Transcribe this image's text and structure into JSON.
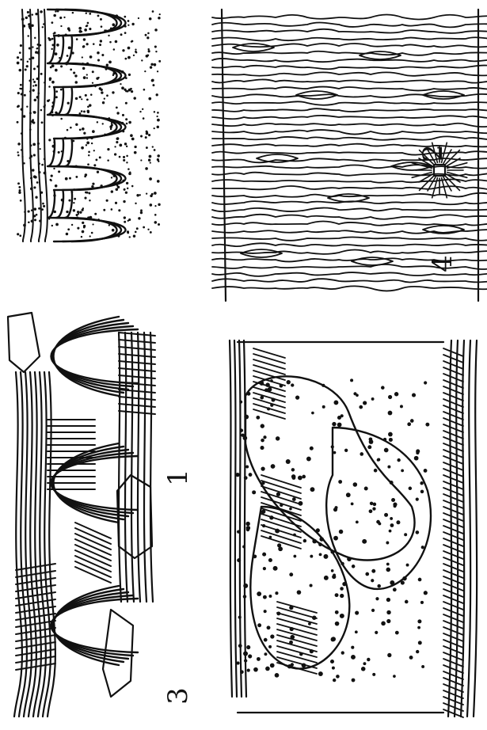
{
  "figure_labels": {
    "fig1": "1",
    "fig2": "2",
    "fig3": "3",
    "fig4": "4"
  },
  "ink_color": "#111111"
}
